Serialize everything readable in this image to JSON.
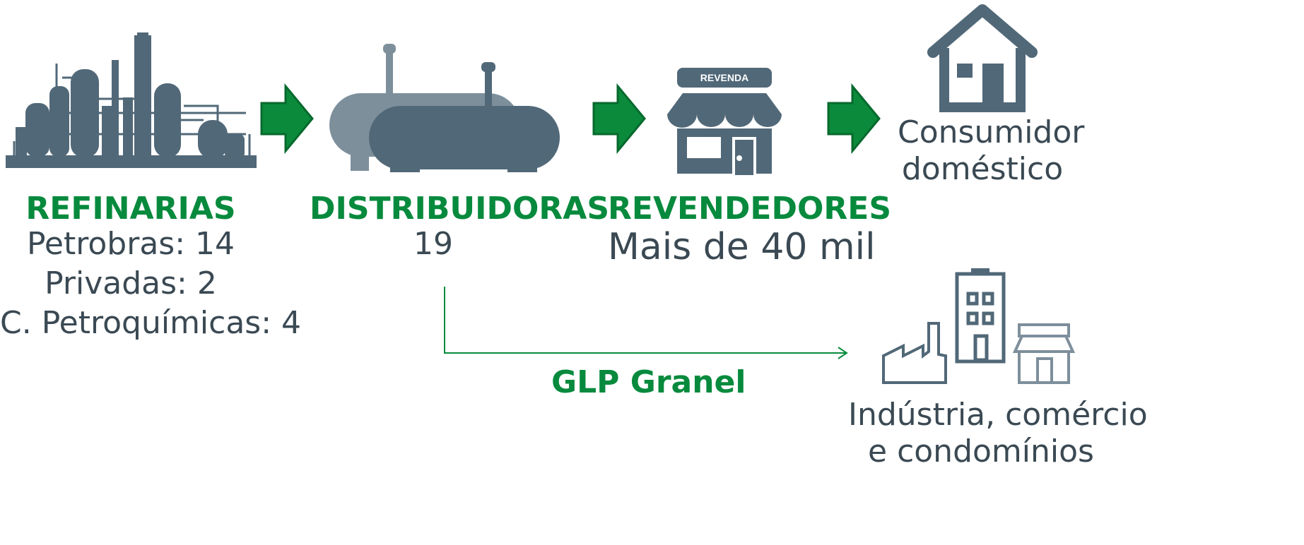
{
  "colors": {
    "brand_green": "#078a3d",
    "arrow_green": "#0b8a3c",
    "icon_dark": "#516878",
    "icon_light": "#7d8f9b",
    "text_gray": "#3a4953"
  },
  "refinarias": {
    "icon": "refinery-icon",
    "title": "REFINARIAS",
    "lines": [
      "Petrobras: 14",
      "Privadas: 2",
      "C. Petroquímicas: 4"
    ]
  },
  "distribuidoras": {
    "icon": "gas-tanks-icon",
    "title": "DISTRIBUIDORAS",
    "count": "19"
  },
  "revendedores": {
    "icon": "store-icon",
    "sign": "REVENDA",
    "title": "REVENDEDORES",
    "count": "Mais de 40 mil"
  },
  "consumidor": {
    "icon": "house-icon",
    "lines": [
      "Consumidor",
      "doméstico"
    ]
  },
  "granel": {
    "label": "GLP Granel"
  },
  "industria": {
    "icon": "industry-building-store-icon",
    "lines": [
      "Indústria, comércio",
      "e condomínios"
    ]
  },
  "flow_arrows": [
    "arrow-right-icon",
    "arrow-right-icon",
    "arrow-right-icon"
  ]
}
